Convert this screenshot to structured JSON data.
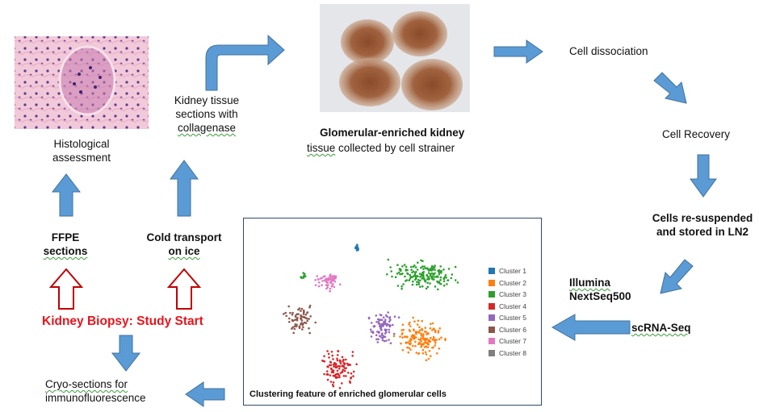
{
  "labels": {
    "histology": [
      "Histological",
      "assessment"
    ],
    "kidney_tissue": [
      "Kidney tissue",
      "sections with",
      "collagenase"
    ],
    "glomerular": [
      "Glomerular-enriched kidney",
      "tissue",
      "collected by cell strainer"
    ],
    "dissociation": "Cell dissociation",
    "recovery": "Cell Recovery",
    "resuspended": [
      "Cells re-suspended",
      "and stored in LN2"
    ],
    "illumina": [
      "Illumina",
      "NextSeq500"
    ],
    "scrnaseq": "scRNA-Seq",
    "ffpe": [
      "FFPE",
      "sections"
    ],
    "cold_transport": [
      "Cold transport",
      "on ice"
    ],
    "biopsy": "Kidney Biopsy: Study Start",
    "cryo": [
      "Cryo-sections for",
      "immunofluorescence"
    ]
  },
  "tsne_panel": {
    "caption": "Clustering feature of enriched glomerular cells",
    "legend": [
      {
        "name": "Cluster 1",
        "color": "#1f77b4"
      },
      {
        "name": "Cluster 2",
        "color": "#ff7f0e"
      },
      {
        "name": "Cluster 3",
        "color": "#2ca02c"
      },
      {
        "name": "Cluster 4",
        "color": "#d62728"
      },
      {
        "name": "Cluster 5",
        "color": "#9467bd"
      },
      {
        "name": "Cluster 6",
        "color": "#8c564b"
      },
      {
        "name": "Cluster 7",
        "color": "#e377c2"
      },
      {
        "name": "Cluster 8",
        "color": "#7f7f7f"
      }
    ]
  },
  "colors": {
    "arrow_fill": "#5b9bd5",
    "arrow_stroke": "#41719c",
    "start_arrow_fill": "#ffffff",
    "start_arrow_stroke": "#c00000",
    "highlight": "#e8141c"
  }
}
